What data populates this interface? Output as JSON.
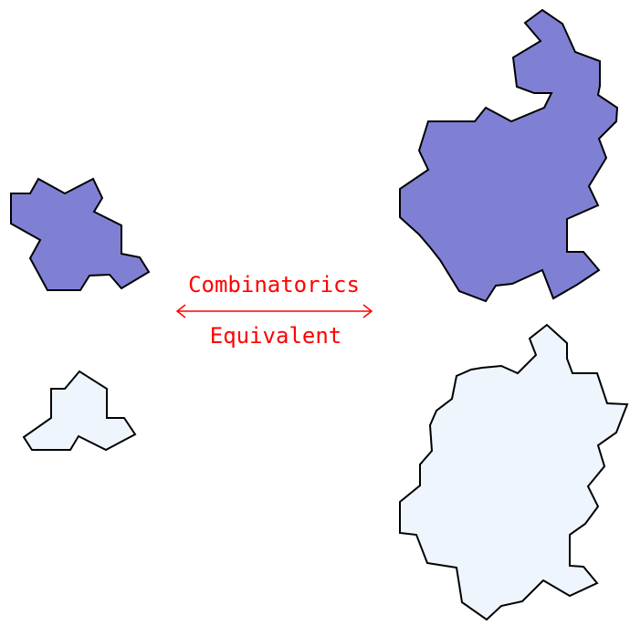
{
  "labels": {
    "top": "Combinatorics",
    "bottom": "Equivalent"
  },
  "colors": {
    "label": "#ff0000",
    "arrow": "#ff0000",
    "dark_fill": "#7f80d4",
    "light_fill": "#eef5fd",
    "outline": "#000000"
  },
  "arrow": {
    "direction": "double-headed"
  }
}
